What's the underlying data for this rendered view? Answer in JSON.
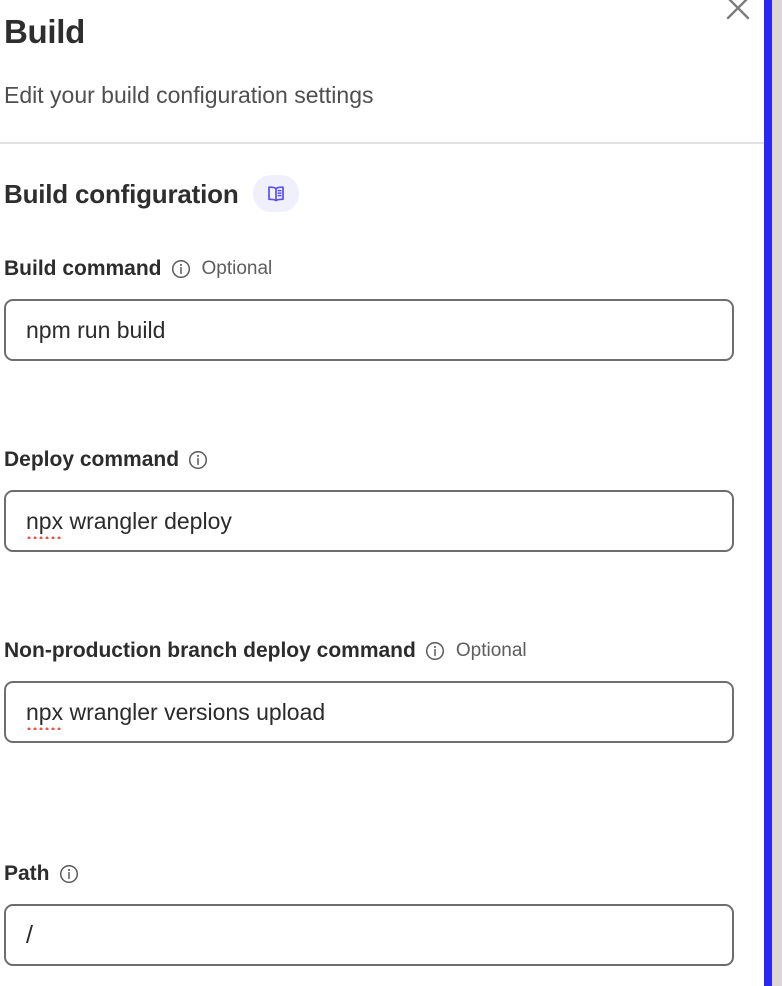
{
  "header": {
    "title": "Build",
    "subtitle": "Edit your build configuration settings",
    "close_icon": "close-icon"
  },
  "section": {
    "heading": "Build configuration",
    "docs_badge_icon": "book-icon"
  },
  "colors": {
    "accent_indigo": "#5b50e8",
    "badge_background": "#f0effc",
    "scrollbar_thumb": "#2a28f2",
    "scrollbar_track": "#ded5d5",
    "input_border": "#6e6e6e",
    "spellcheck_underline": "#e8564b",
    "divider": "#e2e2e2"
  },
  "fields": [
    {
      "label": "Build command",
      "info_icon": "info-icon",
      "optional_tag": "Optional",
      "value": "npm run build",
      "misspelled_prefix": "",
      "value_rest": "npm run build"
    },
    {
      "label": "Deploy command",
      "info_icon": "info-icon",
      "optional_tag": "",
      "value": "npx wrangler deploy",
      "misspelled_prefix": "npx",
      "value_rest": " wrangler deploy"
    },
    {
      "label": "Non-production branch deploy command",
      "info_icon": "info-icon",
      "optional_tag": "Optional",
      "value": "npx wrangler versions upload",
      "misspelled_prefix": "npx",
      "value_rest": " wrangler versions upload"
    },
    {
      "label": "Path",
      "info_icon": "info-icon",
      "optional_tag": "",
      "value": "/",
      "misspelled_prefix": "",
      "value_rest": "/"
    }
  ]
}
